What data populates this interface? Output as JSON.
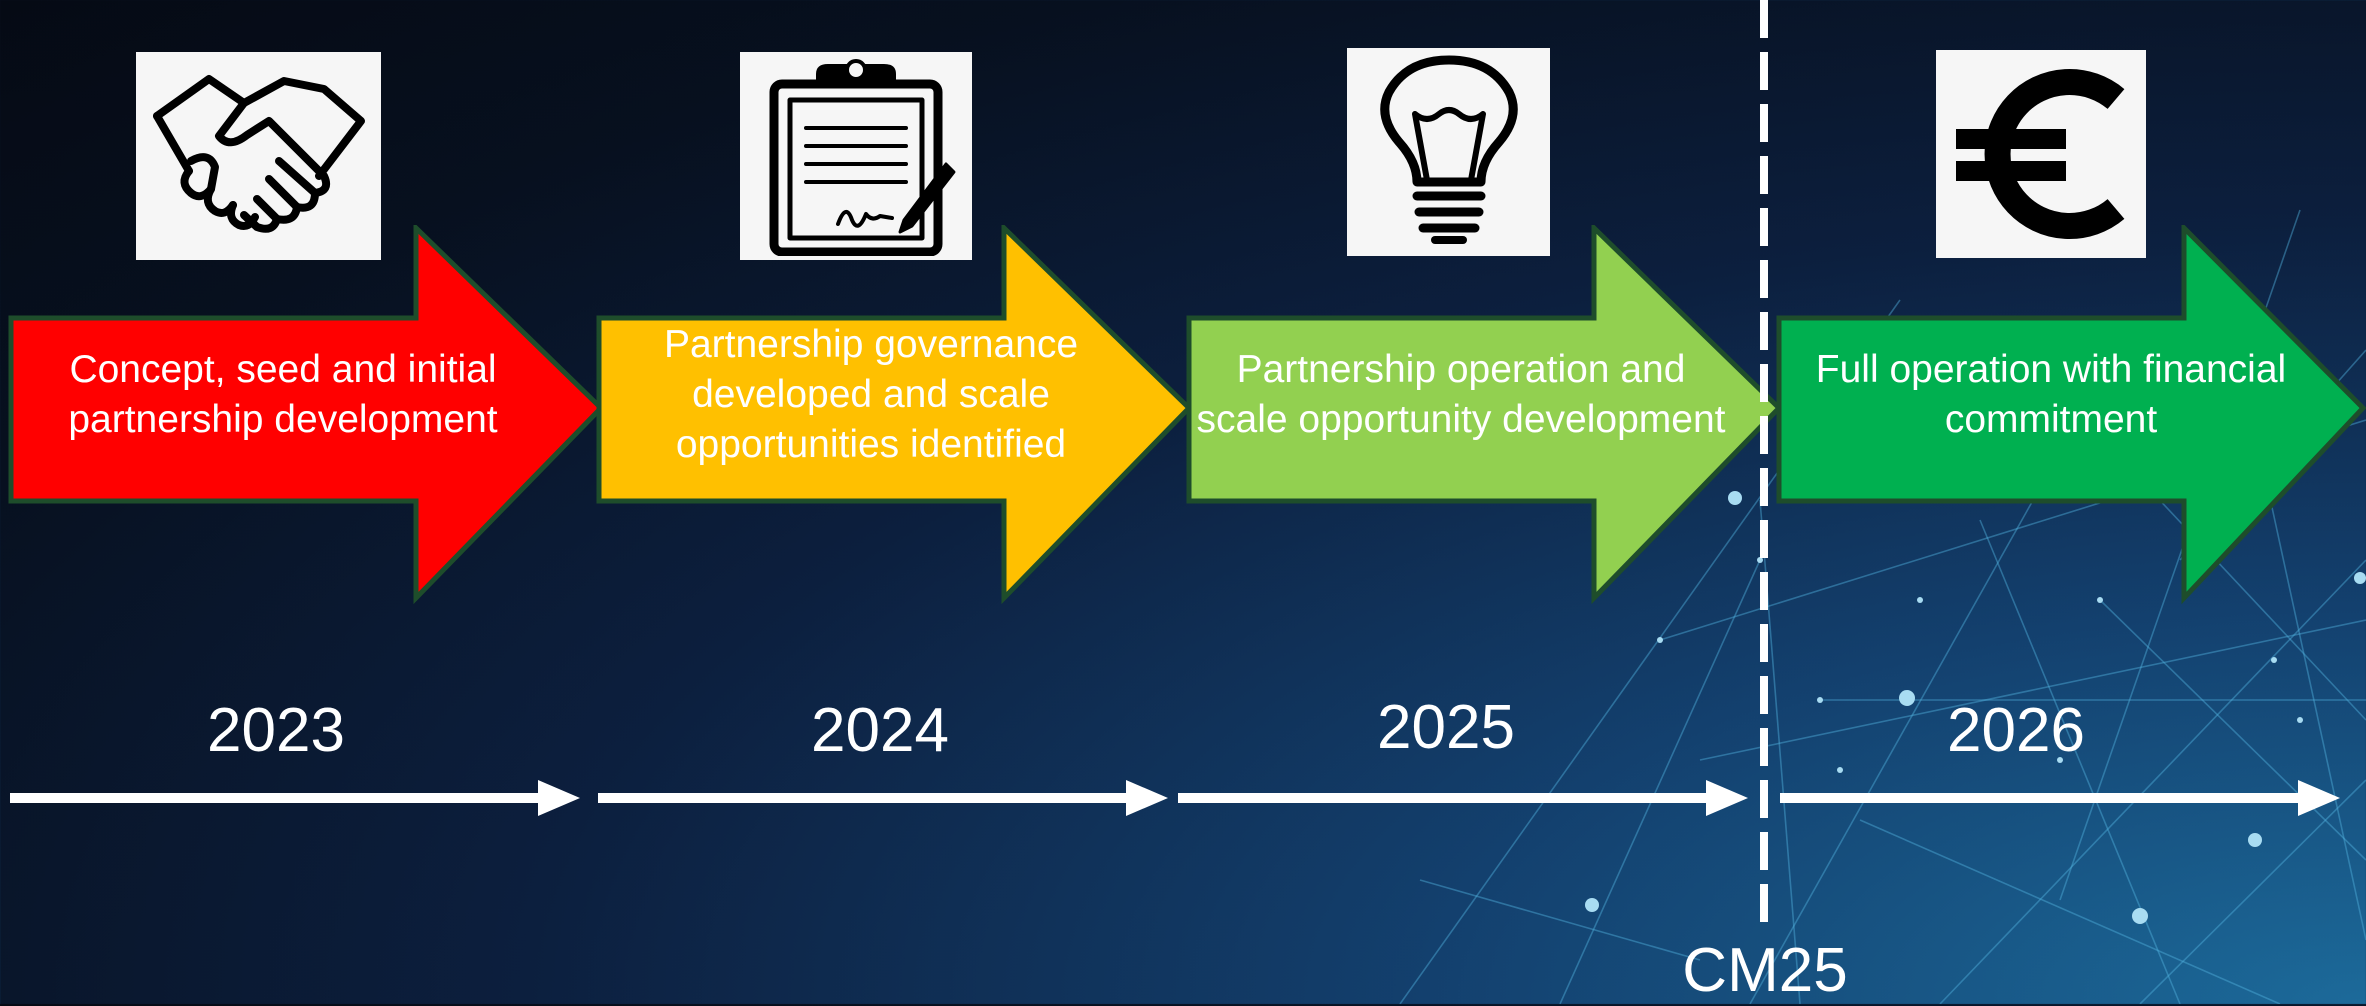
{
  "colors": {
    "stage_1": "#ff0000",
    "stage_2": "#ffc000",
    "stage_3": "#92d050",
    "stage_4": "#00b050",
    "arrow_outline": "#1e4d2b",
    "divider": "#ffffff"
  },
  "stages": [
    {
      "icon": "handshake-icon",
      "label": "Concept, seed and initial partnership development",
      "year": "2023"
    },
    {
      "icon": "clipboard-signature-icon",
      "label": "Partnership governance developed and scale opportunities identified",
      "year": "2024"
    },
    {
      "icon": "lightbulb-icon",
      "label": "Partnership operation and scale opportunity development",
      "year": "2025"
    },
    {
      "icon": "euro-icon",
      "label": "Full operation with financial commitment",
      "year": "2026"
    }
  ],
  "milestone": {
    "label": "CM25"
  }
}
